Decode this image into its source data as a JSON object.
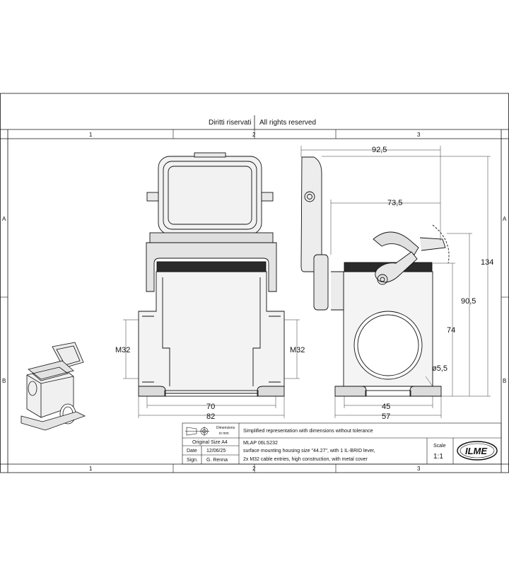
{
  "header": {
    "rights_it": "Diritti riservati",
    "rights_en": "All rights reserved"
  },
  "zones": {
    "columns": [
      "1",
      "2",
      "3"
    ],
    "rows": [
      "A",
      "B"
    ]
  },
  "dimensions": {
    "front_left_thread": "M32",
    "front_right_thread": "M32",
    "front_inner_width": "70",
    "front_outer_width": "82",
    "side_total_depth": "92,5",
    "side_lever_depth": "73,5",
    "side_total_height": "134",
    "side_height_2": "90,5",
    "side_height_1": "74",
    "side_hole_diameter": "ø5,5",
    "side_base_inner": "45",
    "side_base_outer": "57"
  },
  "title_block": {
    "dimensions_label": "Dimensions",
    "dimensions_unit": "in mm",
    "simplified_note": "Simplified representation with dimensions without tolerance",
    "original_size": "Original Size A4",
    "date_label": "Date",
    "date_value": "12/06/25",
    "sign_label": "Sign.",
    "sign_value": "G. Renna",
    "part_code": "MLAP 06LS232",
    "description_1": "surface mounting housing size \"44.27\", with 1 IL-BRID lever,",
    "description_2": "2x M32 cable entries, high construction, with metal cover",
    "scale_label": "Scale",
    "scale_value": "1:1",
    "logo_text": "ILME"
  }
}
